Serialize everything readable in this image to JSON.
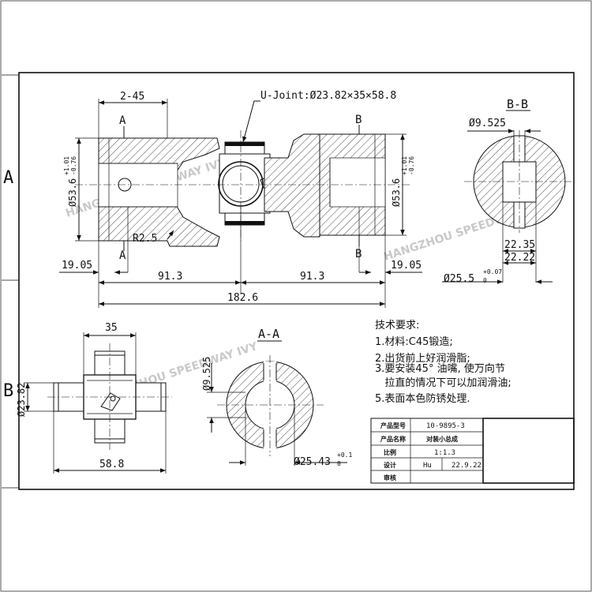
{
  "frame": {
    "zone_labels": [
      "A",
      "B"
    ]
  },
  "watermark": "HANGZHOU SPEEDWAY IVY",
  "main_view": {
    "callout": "U-Joint:Ø23.82×35×58.8",
    "chamfer": "2-45",
    "radius": "R2.5",
    "section_a_left": "A",
    "section_a_right": "A",
    "section_b_left": "B",
    "section_b_right": "B",
    "dia_left": "Ø53.6",
    "dia_right": "Ø53.6",
    "tol_upper": "+1.01",
    "tol_lower": "-0.76",
    "dim_19_left": "19.05",
    "dim_19_right": "19.05",
    "dim_91_left": "91.3",
    "dim_91_right": "91.3",
    "dim_total": "182.6"
  },
  "section_bb": {
    "title": "B-B",
    "hole_dia": "Ø9.525",
    "dim_flat_1": "22.35",
    "dim_flat_2": "22.22",
    "bore_dia": "Ø25.5",
    "bore_tol_upper": "+0.07",
    "bore_tol_lower": "0"
  },
  "cross_view": {
    "width": "35",
    "dia": "Ø23.82",
    "length": "58.8"
  },
  "section_aa": {
    "title": "A-A",
    "hole_dia": "Ø9.525",
    "bore_dia": "Ø25.43",
    "bore_tol_upper": "+0.1",
    "bore_tol_lower": "0"
  },
  "notes": {
    "title": "技术要求:",
    "items": [
      "1.材料:C45锻造;",
      "2.出货前上好润滑脂;",
      "3.要安装45° 油嘴, 使万向节",
      "   拉直的情况下可以加润滑油;",
      "5.表面本色防锈处理."
    ]
  },
  "title_block": {
    "rows": [
      {
        "label": "产品型号",
        "value": "10-9895-3",
        "extra": ""
      },
      {
        "label": "产品名称",
        "value": "对装小总成",
        "extra": ""
      },
      {
        "label": "比例",
        "value": "1:1.3",
        "extra": ""
      },
      {
        "label": "设计",
        "value": "Hu",
        "extra": "22.9.22"
      },
      {
        "label": "审核",
        "value": "",
        "extra": ""
      }
    ]
  }
}
